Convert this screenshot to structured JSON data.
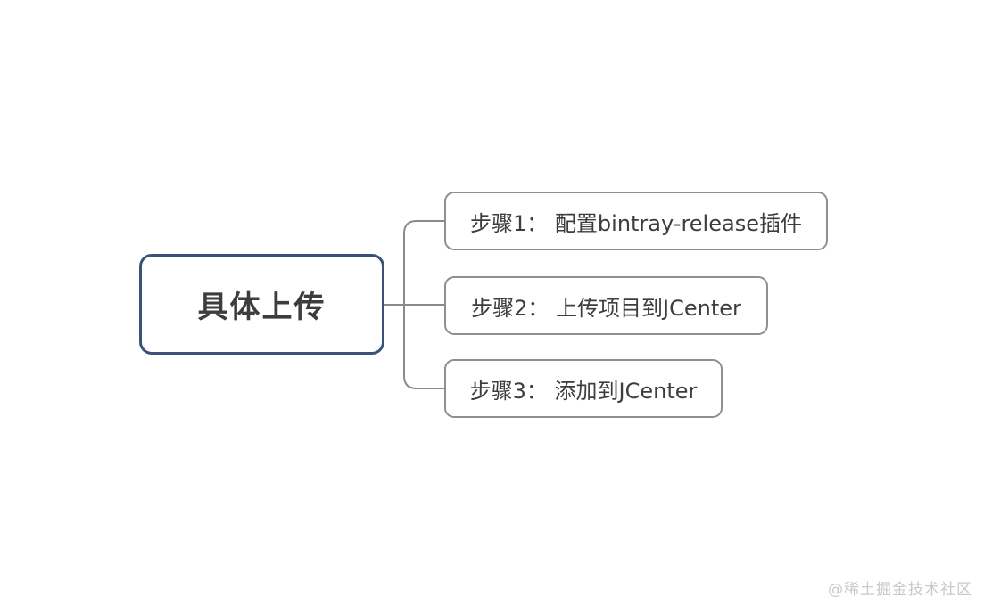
{
  "diagram": {
    "root": {
      "label": "具体上传"
    },
    "children": [
      {
        "label": "步骤1： 配置bintray-release插件"
      },
      {
        "label": "步骤2： 上传项目到JCenter"
      },
      {
        "label": "步骤3： 添加到JCenter"
      }
    ],
    "colors": {
      "root_border": "#3b5278",
      "child_border": "#8f8f8f",
      "connector": "#8a8a8a",
      "text": "#3d3d3d",
      "watermark": "#c9c9c9",
      "background": "#ffffff"
    }
  },
  "watermark": {
    "label": "@稀土掘金技术社区"
  }
}
